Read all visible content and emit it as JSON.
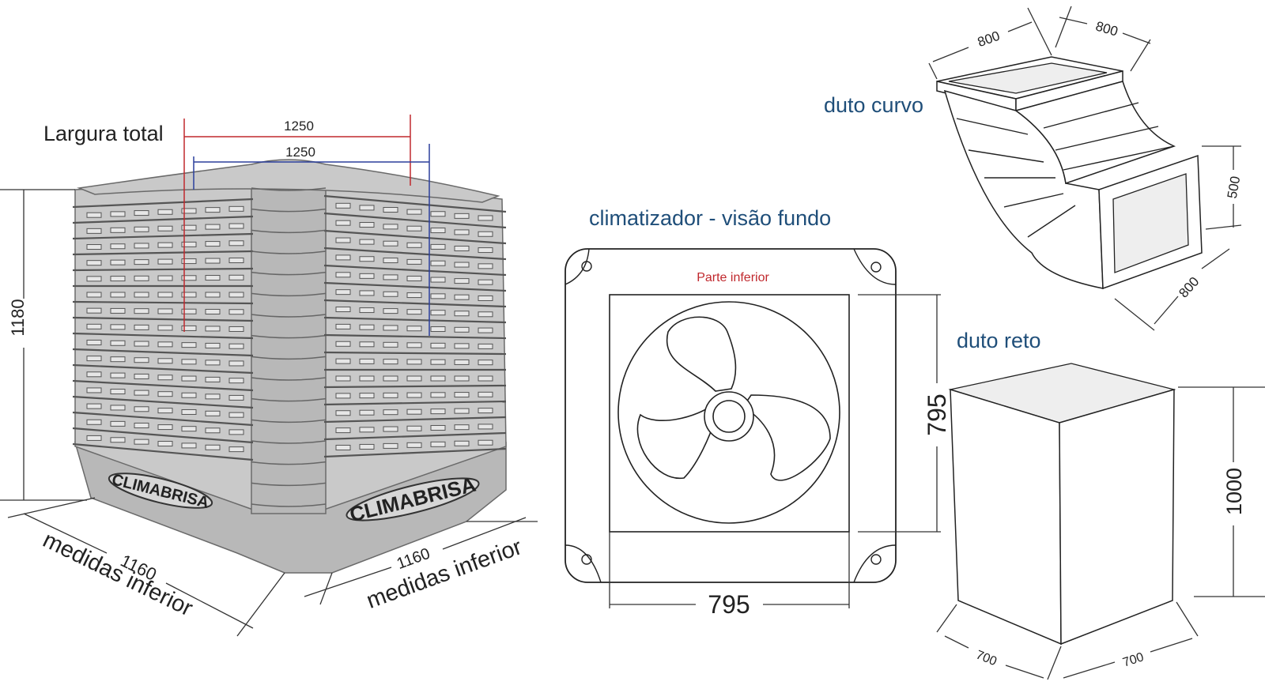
{
  "labels": {
    "largura_total": "Largura total",
    "dim_top_red": "1250",
    "dim_top_blue": "1250",
    "dim_height": "1180",
    "dim_left_bottom": "1160",
    "dim_right_bottom": "1160",
    "medidas_left": "medidas inferior",
    "medidas_right": "medidas inferior",
    "brand_left": "CLIMABRISA",
    "brand_right": "CLIMABRISA",
    "climatizador_title": "climatizador - visão fundo",
    "parte_inferior": "Parte inferior",
    "fan_dim_width": "795",
    "fan_dim_height": "795",
    "duto_curvo_title": "duto curvo",
    "curvo_dim_a": "800",
    "curvo_dim_b": "800",
    "curvo_dim_c": "500",
    "curvo_dim_d": "800",
    "duto_reto_title": "duto reto",
    "reto_dim_height": "1000",
    "reto_dim_left": "700",
    "reto_dim_right": "700"
  },
  "colors": {
    "title_blue": "#1f4e79",
    "red_dim": "#c0282d",
    "blue_dim": "#2b3f9c",
    "cooler_gray": "#c9c9c9"
  }
}
